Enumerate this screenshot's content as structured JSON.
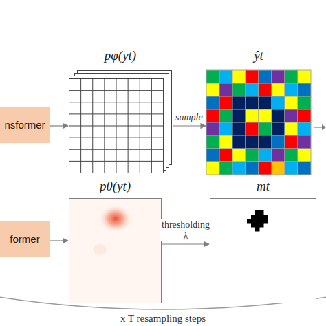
{
  "diagram": {
    "nodes": [
      {
        "text": [
          "nsformer"
        ]
      },
      {
        "text": [
          "former"
        ]
      },
      {
        "text": [
          "pφ(yt)"
        ]
      },
      {
        "text": [
          "ŷt"
        ]
      },
      {
        "text": [
          "pθ(yt)"
        ]
      },
      {
        "text": [
          "mt"
        ]
      }
    ],
    "edges": [
      {
        "from": 0,
        "to": 2,
        "arrow": "to"
      },
      {
        "from": 2,
        "to": 3,
        "label": "sample",
        "arrow": "to"
      },
      {
        "from": 1,
        "to": 4,
        "arrow": "to"
      },
      {
        "from": 4,
        "to": 5,
        "label": "thresholding λ",
        "arrow": "to"
      }
    ],
    "labels": [
      "x T resampling steps"
    ]
  }
}
